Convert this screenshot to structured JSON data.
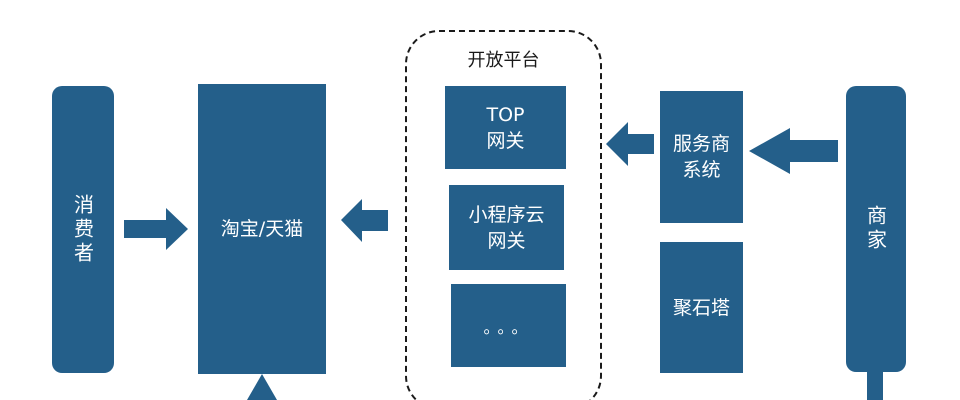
{
  "diagram": {
    "nodes": {
      "consumer": "消费者",
      "taobao_tmall": "淘宝/天猫",
      "open_platform_title": "开放平台",
      "top_gateway": "TOP\n网关",
      "miniapp_cloud_gateway": "小程序云\n网关",
      "ellipsis": "。。。",
      "isv_system": "服务商\n系统",
      "jushita": "聚石塔",
      "merchant": "商家"
    },
    "edges": [
      {
        "from": "consumer",
        "to": "taobao_tmall"
      },
      {
        "from": "open_platform",
        "to": "taobao_tmall"
      },
      {
        "from": "isv_system",
        "to": "open_platform"
      },
      {
        "from": "merchant",
        "to": "isv_system"
      }
    ],
    "colors": {
      "box": "#245f8a",
      "box_text": "#ffffff",
      "frame": "#1a1a1a"
    }
  }
}
